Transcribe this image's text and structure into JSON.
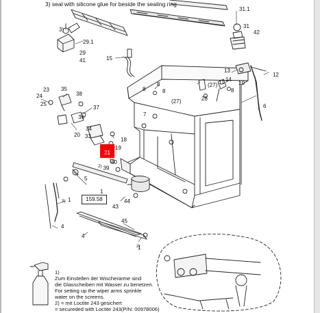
{
  "header_note": "3) seal with silicone glue for beside the sealing ring",
  "callouts": {
    "c_31_1": "31.1",
    "c_31": "31",
    "c_42": "42",
    "c_3_top": "3)",
    "c_29_1": "29.1",
    "c_29": "29",
    "c_41": "41",
    "c_15": "15",
    "c_13": "13",
    "c_14": "14",
    "c_12": "12",
    "c_10": "10",
    "c_11": "11",
    "c_6": "6",
    "c_8a": "8",
    "c_8b": "8",
    "c_8c": "8",
    "c_8d": "8",
    "c_27a": "(27)",
    "c_27b": "(27)",
    "c_28": "28",
    "c_23": "23",
    "c_35": "35",
    "c_24": "24",
    "c_25": "25",
    "c_38": "38",
    "c_37": "37",
    "c_36": "36",
    "c_7": "7",
    "c_20": "20",
    "c_34": "34",
    "c_33": "33",
    "c_18": "18",
    "c_19": "19",
    "c_40": "40",
    "c_39": "39",
    "c_2_39": "2)",
    "c_5": "5",
    "c_1": "1",
    "c_43": "43",
    "c_44": "44",
    "c_3_left": "3)",
    "c_1_left": "1",
    "c_4a": "4",
    "c_4b": "4",
    "c_45": "45",
    "c_2_bottom": "2)",
    "c_1_bottom": "1"
  },
  "dimension": "159.58",
  "highlight_label": "21",
  "notes": {
    "n1": "1)",
    "n2": "Zum Einstellen der Wischerarme sind",
    "n3": "die Glasscheiben mit Wasser zu benetzen.",
    "n4": "For setting up the wiper arms sprinkle",
    "n5": "water on the screens.",
    "n6": "2) = mit Loctite 243 gesichert",
    "n7": "= secureded with Loctite 243(P/N: 00978006)"
  }
}
